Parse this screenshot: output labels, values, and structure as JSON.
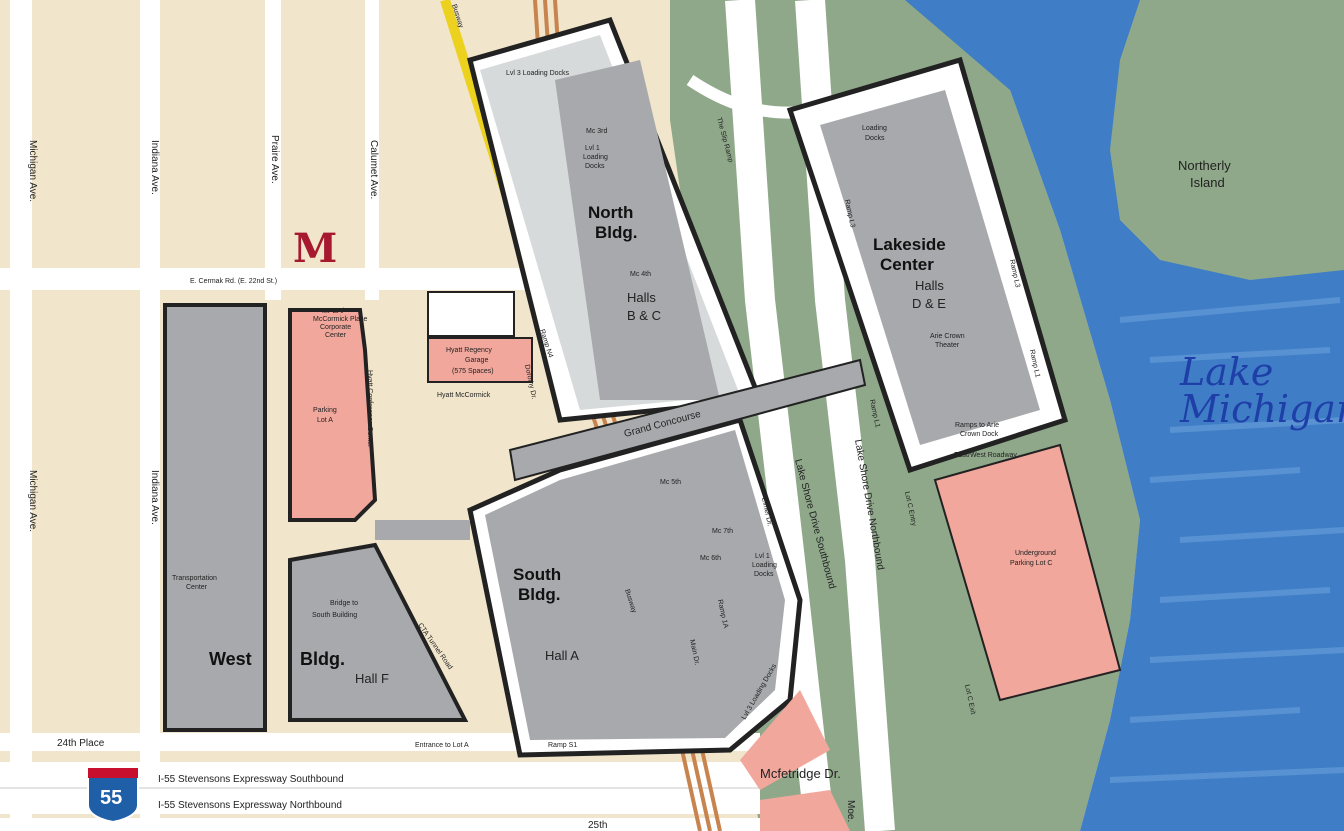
{
  "map": {
    "water": {
      "lake_line1": "Lake",
      "lake_line2": "Michigan",
      "island_line1": "Northerly",
      "island_line2": "Island"
    },
    "streets": {
      "michigan_ave_north": "Michigan Ave.",
      "michigan_ave_south": "Michigan Ave.",
      "indiana_ave_north": "Indiana Ave.",
      "indiana_ave_south": "Indiana Ave.",
      "prairie_ave": "Praire Ave.",
      "calumet_ave": "Calumet Ave.",
      "cermak_rd": "E. Cermak Rd. (E. 22nd St.)",
      "twentyfourth_place": "24th Place",
      "twentyfifth": "25th",
      "i55_southbound": "I-55 Stevensons Expressway Southbound",
      "i55_northbound": "I-55 Stevensons Expressway Northbound",
      "i55_shield": "55",
      "lsd_southbound": "Lake Shore Drive Southbound",
      "lsd_northbound": "Lake Shore Drive Northbound",
      "busway_top": "Busway",
      "busway_mid": "Busway",
      "cta_tunnel": "CTA Tunnel Road",
      "mcfetridge_dr": "Mcfetridge Dr.",
      "moe_dr": "Moe.",
      "ramp_s1": "Ramp S1",
      "entrance_lot_a": "Entrance to Lot A",
      "the_slip_ramp": "The Slip Ramp"
    },
    "buildings": {
      "north_line1": "North",
      "north_line2": "Bldg.",
      "north_halls_line1": "Halls",
      "north_halls_line2": "B & C",
      "south_line1": "South",
      "south_line2": "Bldg.",
      "south_hall": "Hall A",
      "west_word1": "West",
      "west_word2": "Bldg.",
      "west_hall": "Hall F",
      "lakeside_line1": "Lakeside",
      "lakeside_line2": "Center",
      "lakeside_halls_line1": "Halls",
      "lakeside_halls_line2": "D & E",
      "grand_concourse": "Grand Concourse",
      "hyatt_mccormick": "Hyatt McCormick",
      "hyatt_conference_center": "Hyatt Conference Center",
      "mpea_line1": "MPEA/",
      "mpea_line2": "McCormick Place",
      "mpea_line3": "Corporate",
      "mpea_line4": "Center",
      "arie_crown_line1": "Arie Crown",
      "arie_crown_line2": "Theater",
      "ramps_arie_line1": "Ramps to Arie",
      "ramps_arie_line2": "Crown Dock",
      "transportation_line1": "Transportation",
      "transportation_line2": "Center",
      "bridge_line1": "Bridge to",
      "bridge_line2": "South Building"
    },
    "parking": {
      "lot_a_line1": "Parking",
      "lot_a_line2": "Lot A",
      "hyatt_garage_line1": "Hyatt Regency",
      "hyatt_garage_line2": "Garage",
      "hyatt_garage_line3": "(575 Spaces)",
      "lot_c_line1": "Underground",
      "lot_c_line2": "Parking Lot C"
    },
    "docks": {
      "lvl3_top": "Lvl 3 Loading Docks",
      "lvl1_north_line1": "Lvl 1",
      "lvl1_north_line2": "Loading",
      "lvl1_north_line3": "Docks",
      "lvl1_south_line1": "Lvl 1",
      "lvl1_south_line2": "Loading",
      "lvl1_south_line3": "Docks",
      "lvl3_south": "Lvl 3 Loading Docks",
      "lakeside_docks_line1": "Loading",
      "lakeside_docks_line2": "Docks"
    },
    "small_labels": {
      "ramp_n4": "Ramp N4",
      "mc_3rd": "Mc 3rd",
      "mc_4th": "Mc 4th",
      "mc_6th": "Mc 6th",
      "mc_7th": "Mc 7th",
      "mc_5th": "Mc 5th",
      "ramp_1a": "Ramp 1A",
      "dorothy_dr": "Dorothy Dr.",
      "main_dr": "Main Dr.",
      "elmer_dr": "Elmer Dr.",
      "east_west_roadway": "East/West Roadway",
      "ramp_l3_1": "Ramp L3",
      "ramp_l3_2": "Ramp L3",
      "ramp_l1_1": "Ramp L1",
      "ramp_l1_2": "Ramp L1",
      "lot_c_entry": "Lot C Entry",
      "lot_c_exit": "Lot C Exit"
    },
    "brand": {
      "logo": "M"
    },
    "colors": {
      "water": "#3f7ec6",
      "parkland": "#8fa88a",
      "land": "#f1e6cc",
      "building": "#a7a9ac",
      "parking": "#f2a79c",
      "road": "#ffffff",
      "busway": "#ecd21f",
      "rail": "#c8844e",
      "logo": "#a6192e",
      "shield": "#1f5fa8"
    },
    "icons": {
      "logo": "marriott-logo-icon",
      "shield": "interstate-shield-icon"
    }
  }
}
